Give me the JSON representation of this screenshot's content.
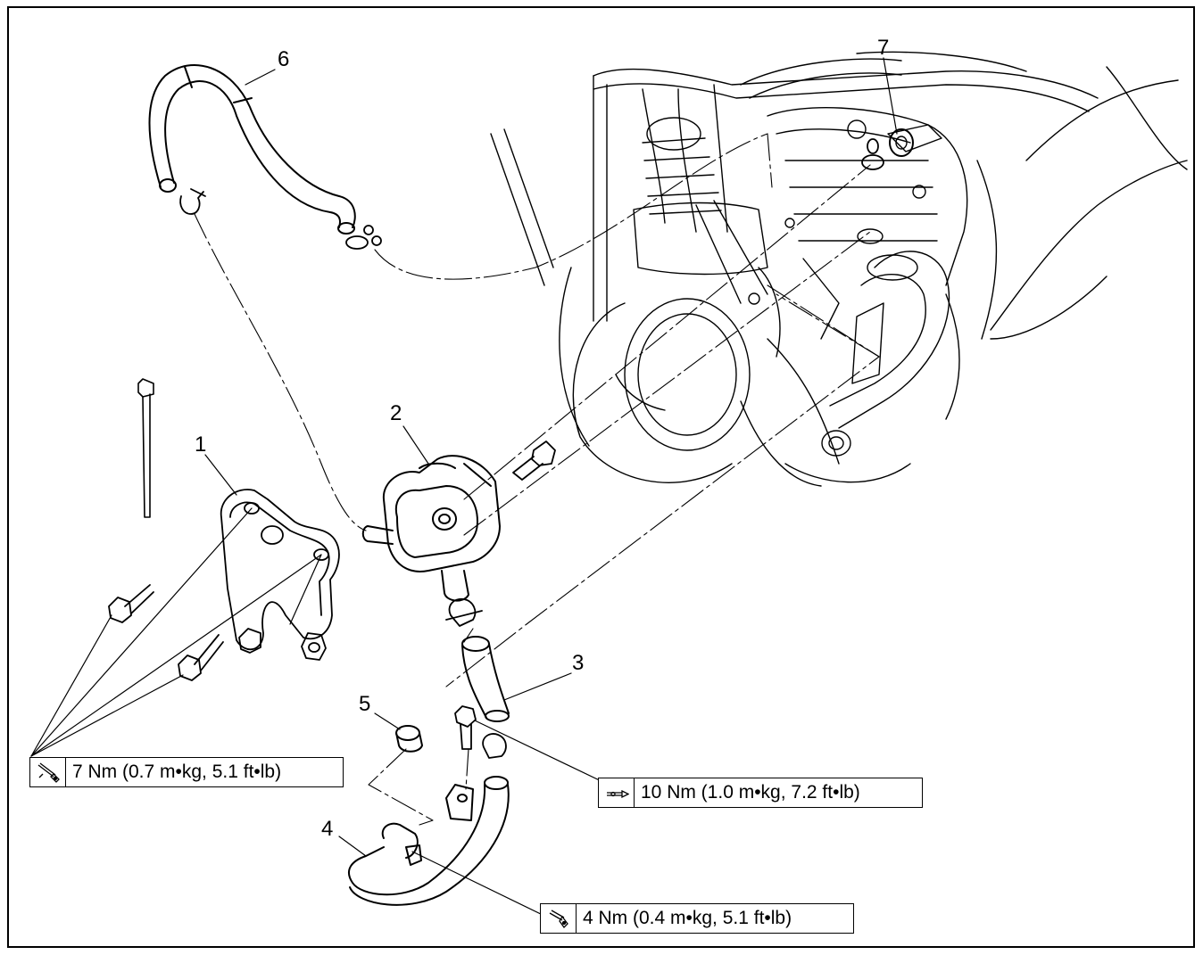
{
  "callouts": {
    "c1": "1",
    "c2": "2",
    "c3": "3",
    "c4": "4",
    "c5": "5",
    "c6": "6",
    "c7": "7"
  },
  "torque_specs": {
    "bracket_bolts": "7 Nm (0.7 m•kg, 5.1 ft•lb)",
    "hose_bolt": "10 Nm (1.0 m•kg, 7.2 ft•lb)",
    "clamp_screw": "4 Nm (0.4 m•kg, 5.1 ft•lb)"
  },
  "icons": {
    "torque": "torque-wrench-icon"
  }
}
